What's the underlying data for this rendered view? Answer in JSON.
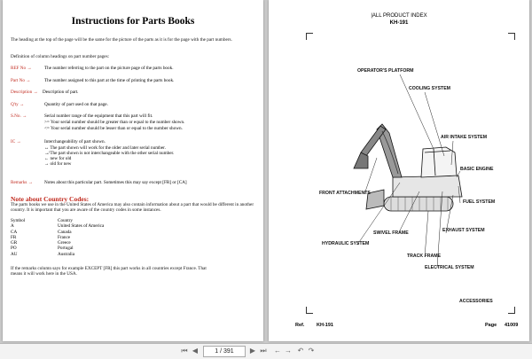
{
  "left": {
    "title": "Instructions for Parts Books",
    "intro": "The heading at the top of the page will be the same for the picture of the parts as it is for the page with the part numbers.",
    "definition": "Definition of column headings on part number pages:",
    "rows": [
      {
        "key": "REF No",
        "arrow": "→",
        "text": "The number referring to the part on the picture page of the parts book."
      },
      {
        "key": "Part No",
        "arrow": "→",
        "text": "The number assigned to this part at the time of printing the parts book."
      },
      {
        "key": "Description",
        "arrow": "→",
        "text": "Description of part."
      },
      {
        "key": "Q'ty",
        "arrow": "→",
        "text": "Quantity of part used on that page."
      },
      {
        "key": "S.No.",
        "arrow": "→",
        "text": "Serial number range of the equipment that this part will fit."
      },
      {
        "key": "IC",
        "arrow": "→",
        "text": "Interchangeability of part shown."
      },
      {
        "key": "Remarks",
        "arrow": "→",
        "text": "Notes about this particular part. Sometimes this may say except [FR] or [CA]"
      }
    ],
    "sno_lines": [
      ">=   Your serial number should be greater than or equal to the number shown.",
      "<=   Your serial number should be lesser than or equal to the number shown."
    ],
    "ic_lines": [
      "↔     The part shown will work for the older and later serial number.",
      "↛     The part shown is not interchangeable with the other serial number.",
      "←     new for old",
      "→     old for new"
    ],
    "note_title": "Note about Country Codes:",
    "note_text": "The parts books we use in the United States of America may also contain information about a part that would be different in another country. It is important that you are aware of the country codes in some instances.",
    "country_header": [
      "Symbol",
      "Country"
    ],
    "countries": [
      [
        "A",
        "United States of America"
      ],
      [
        "CA",
        "Canada"
      ],
      [
        "FR",
        "France"
      ],
      [
        "GR",
        "Greece"
      ],
      [
        "PO",
        "Portugal"
      ],
      [
        "AU",
        "Australia"
      ]
    ],
    "closing": "If the remarks column says for example EXCEPT [FR] this part works in all countries except France. That means it will work here in the USA."
  },
  "right": {
    "header": "|ALL PRODUCT INDEX",
    "model": "KH-191",
    "labels": {
      "operators_platform": "OPERATOR'S PLATFORM",
      "cooling_system": "COOLING SYSTEM",
      "air_intake_system": "AIR INTAKE SYSTEM",
      "basic_engine": "BASIC ENGINE",
      "front_attachments": "FRONT ATTACHMENTS",
      "fuel_system": "FUEL SYSTEM",
      "swivel_frame": "SWIVEL FRAME",
      "exhaust_system": "EXHAUST SYSTEM",
      "hydraulic_system": "HYDRAULIC SYSTEM",
      "track_frame": "TRACK FRAME",
      "electrical_system": "ELECTRICAL SYSTEM",
      "accessories": "ACCESSORIES"
    },
    "footer": {
      "ref_label": "Ref.",
      "ref_value": "KH-191",
      "page_label": "Page",
      "page_value": "41009"
    }
  },
  "toolbar": {
    "page_indicator": "1 / 391",
    "icons": [
      "first-page-icon",
      "previous-page-icon",
      "next-page-icon",
      "last-page-icon",
      "back-icon",
      "forward-icon",
      "undo-icon",
      "redo-icon"
    ]
  }
}
